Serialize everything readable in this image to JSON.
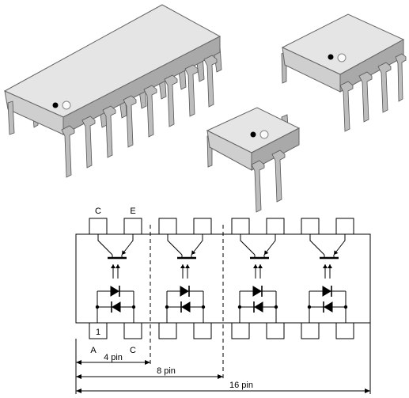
{
  "packages": [
    {
      "name": "16-pin DIP package",
      "pins": 16
    },
    {
      "name": "8-pin DIP package",
      "pins": 8
    },
    {
      "name": "4-pin DIP package",
      "pins": 4
    }
  ],
  "schematic": {
    "channel_count": 4,
    "pin_labels": {
      "top_left_1": "C",
      "top_left_2": "E",
      "bottom_left_1": "A",
      "bottom_left_2": "C",
      "pin_one": "1"
    },
    "dimensions": [
      {
        "id": "dim4",
        "label": "4 pin"
      },
      {
        "id": "dim8",
        "label": "8 pin"
      },
      {
        "id": "dim16",
        "label": "16 pin"
      }
    ]
  }
}
